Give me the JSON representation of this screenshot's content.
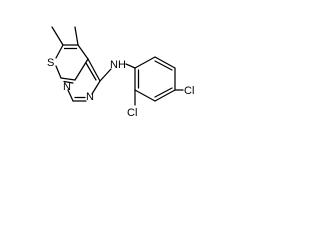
{
  "molecule": {
    "atoms": {
      "sulfur": "S",
      "pyrimidine_n1": "N",
      "pyrimidine_n3": "N",
      "amine_nh": "NH",
      "chlorine_ortho": "Cl",
      "chlorine_para": "Cl"
    }
  }
}
